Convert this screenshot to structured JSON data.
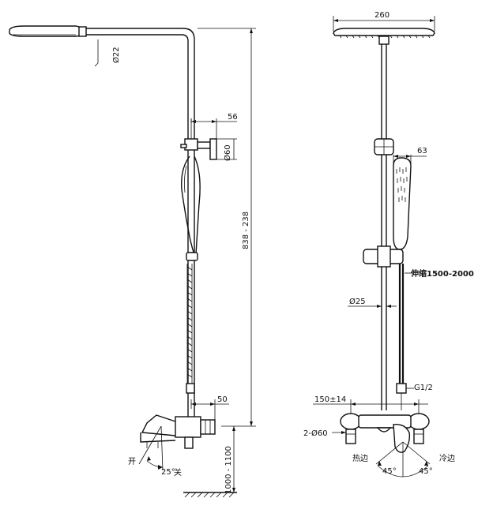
{
  "side_view": {
    "arm_diameter": "Ø22",
    "bracket_offset": "56",
    "bracket_diameter": "Ø60",
    "riser_height": "838 - 238",
    "outlet_offset": "50",
    "mount_height": "1000 - 1100",
    "label_open": "开",
    "label_close": "关",
    "lever_angle": "25°"
  },
  "front_view": {
    "head_width": "260",
    "handset_width": "63",
    "hose_length": "伸缩1500-2000",
    "pipe_diameter": "Ø25",
    "hose_thread": "G1/2",
    "inlet_spacing": "150±14",
    "inlet_diameter": "2-Ø60",
    "label_hot": "热边",
    "label_cold": "冷边",
    "angle_left": "45°",
    "angle_right": "45°"
  }
}
